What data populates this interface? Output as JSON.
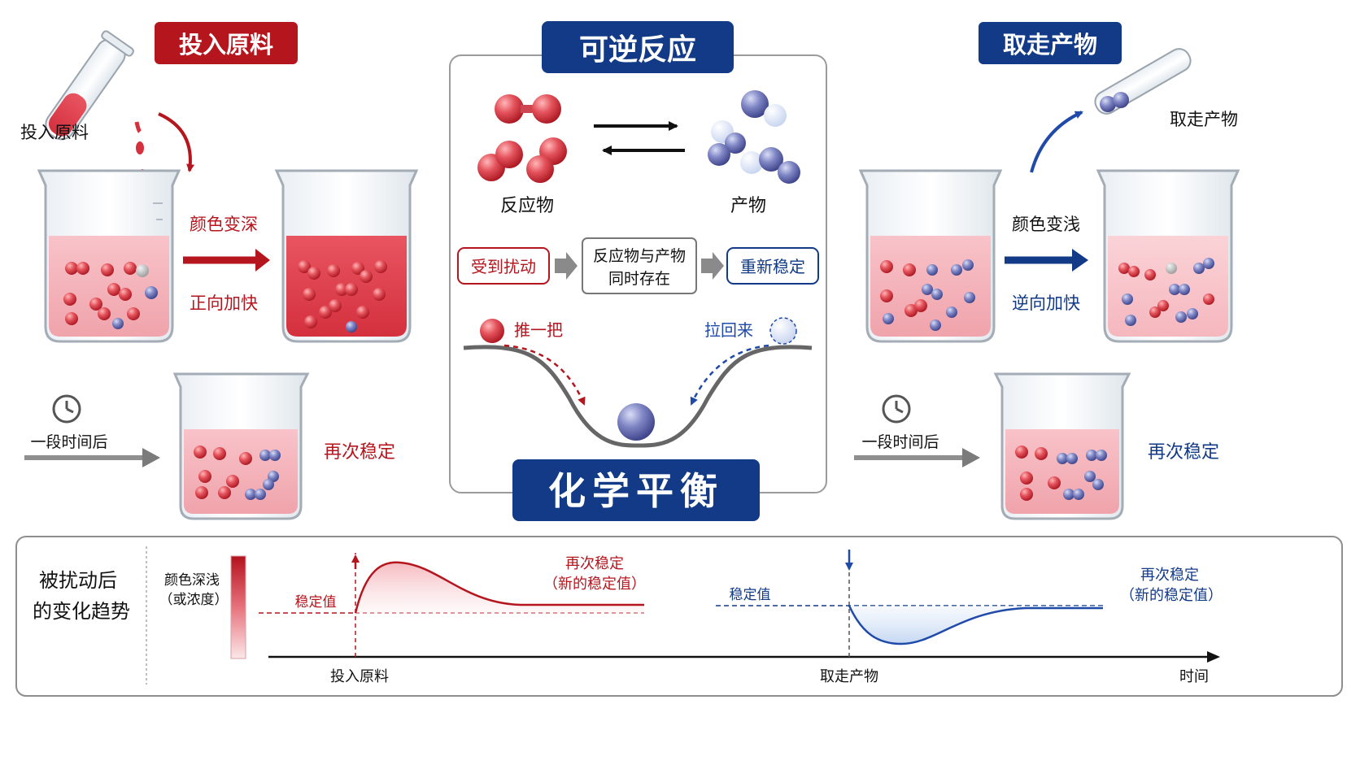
{
  "colors": {
    "red": "#b5161e",
    "red_dark": "#9e1218",
    "navy": "#123a86",
    "blue_text": "#1f4aa8",
    "liquid_light": "#f6b9c0",
    "liquid_deep": "#e0404d",
    "liquid_pale": "#f9ccd1",
    "gray_arrow": "#7b7b7b",
    "panel_border": "#9b9b9b"
  },
  "icons": [
    "test-tube-icon",
    "beaker-icon",
    "clock-icon",
    "molecule-icon",
    "arrow-right-icon",
    "arrow-up-icon",
    "arrow-down-icon"
  ],
  "left": {
    "banner": "投入原料",
    "tube_label": "投入原料",
    "change_top": "颜色变深",
    "change_bottom": "正向加快",
    "time_label": "一段时间后",
    "result": "再次稳定"
  },
  "center": {
    "banner": "可逆反应",
    "reactant_label": "反应物",
    "product_label": "产物",
    "flow": {
      "step1": "受到扰动",
      "step2_line1": "反应物与产物",
      "step2_line2": "同时存在",
      "step3": "重新稳定"
    },
    "push_label": "推一把",
    "pull_label": "拉回来",
    "footer": "化学平衡"
  },
  "right": {
    "banner": "取走产物",
    "tube_label": "取走产物",
    "change_top": "颜色变浅",
    "change_bottom": "逆向加快",
    "time_label": "一段时间后",
    "result": "再次稳定"
  },
  "trend": {
    "title_line1": "被扰动后",
    "title_line2": "的变化趋势",
    "axis_label_line1": "颜色深浅",
    "axis_label_line2": "（或浓度）",
    "stable_left": "稳定值",
    "result_left_line1": "再次稳定",
    "result_left_line2": "（新的稳定值）",
    "stable_right": "稳定值",
    "result_right_line1": "再次稳定",
    "result_right_line2": "（新的稳定值）",
    "x_tick_1": "投入原料",
    "x_tick_2": "取走产物",
    "x_axis_label": "时间"
  }
}
